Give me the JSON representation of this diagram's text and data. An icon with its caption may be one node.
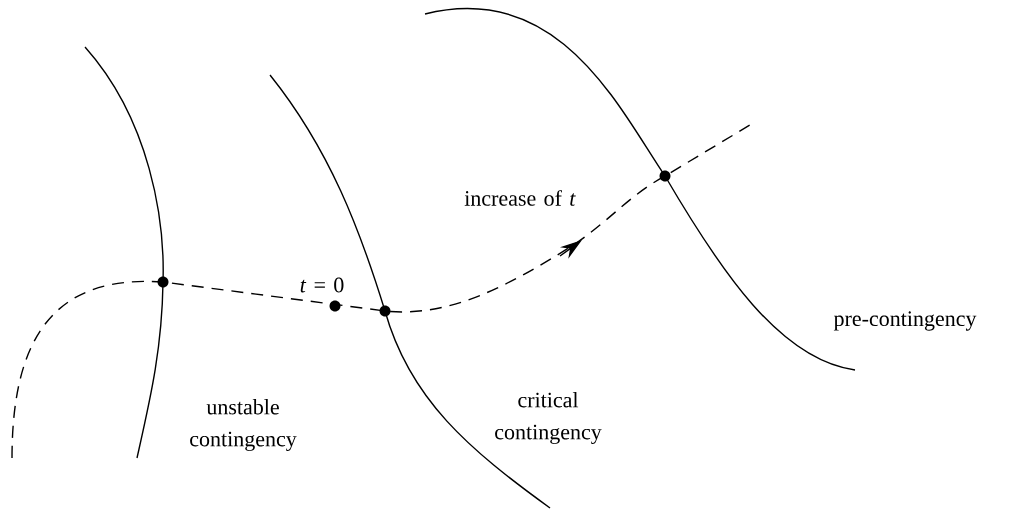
{
  "diagram": {
    "labels": [
      "increase of *t*",
      "*t* = 0",
      "unstable contingency",
      "critical contingency",
      "pre-contingency"
    ]
  }
}
